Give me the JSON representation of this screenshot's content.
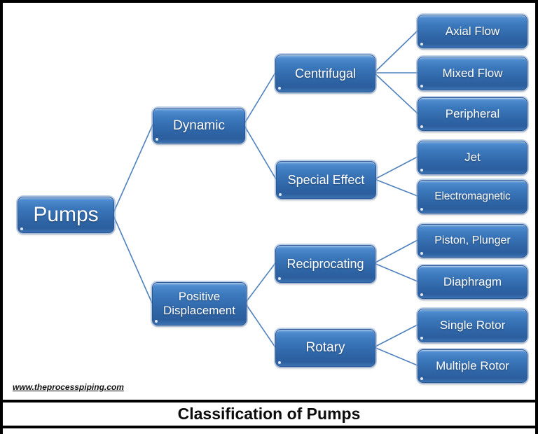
{
  "diagram_type": "tree",
  "tree": {
    "label": "Pumps",
    "children": [
      {
        "label": "Dynamic",
        "children": [
          {
            "label": "Centrifugal",
            "children": [
              {
                "label": "Axial Flow"
              },
              {
                "label": "Mixed Flow"
              },
              {
                "label": "Peripheral"
              }
            ]
          },
          {
            "label": "Special Effect",
            "children": [
              {
                "label": "Jet"
              },
              {
                "label": "Electromagnetic"
              }
            ]
          }
        ]
      },
      {
        "label": "Positive Displacement",
        "children": [
          {
            "label": "Reciprocating",
            "children": [
              {
                "label": "Piston, Plunger"
              },
              {
                "label": "Diaphragm"
              }
            ]
          },
          {
            "label": "Rotary",
            "children": [
              {
                "label": "Single Rotor"
              },
              {
                "label": "Multiple Rotor"
              }
            ]
          }
        ]
      }
    ]
  },
  "footer": {
    "website": "www.theprocesspiping.com",
    "title": "Classification of Pumps"
  },
  "colors": {
    "node_fill_top": "#4e8bce",
    "node_fill_bottom": "#2b5e9d",
    "node_outline": "#2a5694",
    "connector": "#4f81bd",
    "frame_border": "#000000",
    "background": "#ffffff",
    "node_text": "#ffffff"
  }
}
